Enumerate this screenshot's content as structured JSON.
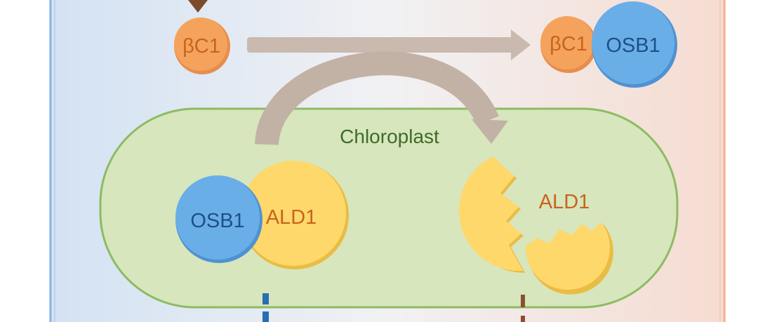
{
  "compartment_label": "Chloroplast",
  "proteins": {
    "bc1_free": "βC1",
    "bc1_bound": "βC1",
    "osb1_bound_bc1": "OSB1",
    "osb1_bound_ald1": "OSB1",
    "ald1_intact": "ALD1",
    "ald1_degraded": "ALD1"
  },
  "colors": {
    "bc1": "#f5a35c",
    "osb1": "#6aaee8",
    "ald1": "#ffd86b",
    "chloroplast_fill": "#d7e6bd",
    "chloroplast_stroke": "#8dbb63",
    "arrow": "#c9b9ae",
    "label_orange": "#c8641c",
    "label_blue": "#1d4f8a",
    "label_green": "#3e6b2a"
  }
}
